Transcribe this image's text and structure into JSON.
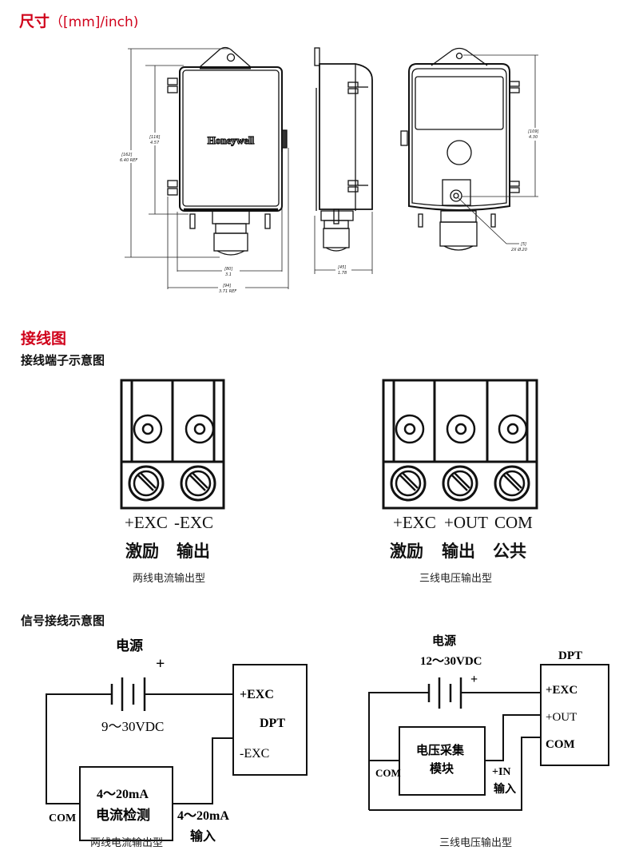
{
  "sections": {
    "dimensions": {
      "title": "尺寸",
      "unit": "（[mm]/inch)",
      "brand": "Honeywell",
      "front_view": {
        "height_total": "[162]",
        "height_total_in": "6.40 REF",
        "height_body": "[116]",
        "height_body_in": "4.57",
        "width_body": "[80]",
        "width_body_in": "3.1",
        "width_total": "[94]",
        "width_total_in": "3.71 REF"
      },
      "side_view": {
        "depth": "[45]",
        "depth_in": "1.78"
      },
      "back_view": {
        "hole_spacing": "[109]",
        "hole_spacing_in": "4.30",
        "hole_dia": "[5]",
        "hole_dia_in": "2X Ø.20"
      }
    },
    "wiring": {
      "title": "接线图",
      "terminal_subtitle": "接线端子示意图",
      "two_wire": {
        "terminals": [
          {
            "code": "+EXC",
            "name": "激励"
          },
          {
            "code": "-EXC",
            "name": "输出"
          }
        ],
        "caption": "两线电流输出型"
      },
      "three_wire": {
        "terminals": [
          {
            "code": "+EXC",
            "name": "激励"
          },
          {
            "code": "+OUT",
            "name": "输出"
          },
          {
            "code": "COM",
            "name": "公共"
          }
        ],
        "caption": "三线电压输出型"
      },
      "signal_subtitle": "信号接线示意图",
      "circuit_2wire": {
        "power_label": "电源",
        "voltage": "9～30VDC",
        "plus": "+",
        "device": "DPT",
        "pin_plus": "+EXC",
        "pin_minus": "-EXC",
        "module_line1": "4～20mA",
        "module_line2": "电流检测",
        "com": "COM",
        "input_line1": "4～20mA",
        "input_line2": "输入",
        "caption": "两线电流输出型"
      },
      "circuit_3wire": {
        "power_label": "电源",
        "voltage": "12～30VDC",
        "plus": "+",
        "device": "DPT",
        "pin_exc": "+EXC",
        "pin_out": "+OUT",
        "pin_com": "COM",
        "module_line1": "电压采集",
        "module_line2": "模块",
        "com": "COM",
        "input_line1": "+IN",
        "input_line2": "输入",
        "caption": "三线电压输出型"
      }
    }
  }
}
